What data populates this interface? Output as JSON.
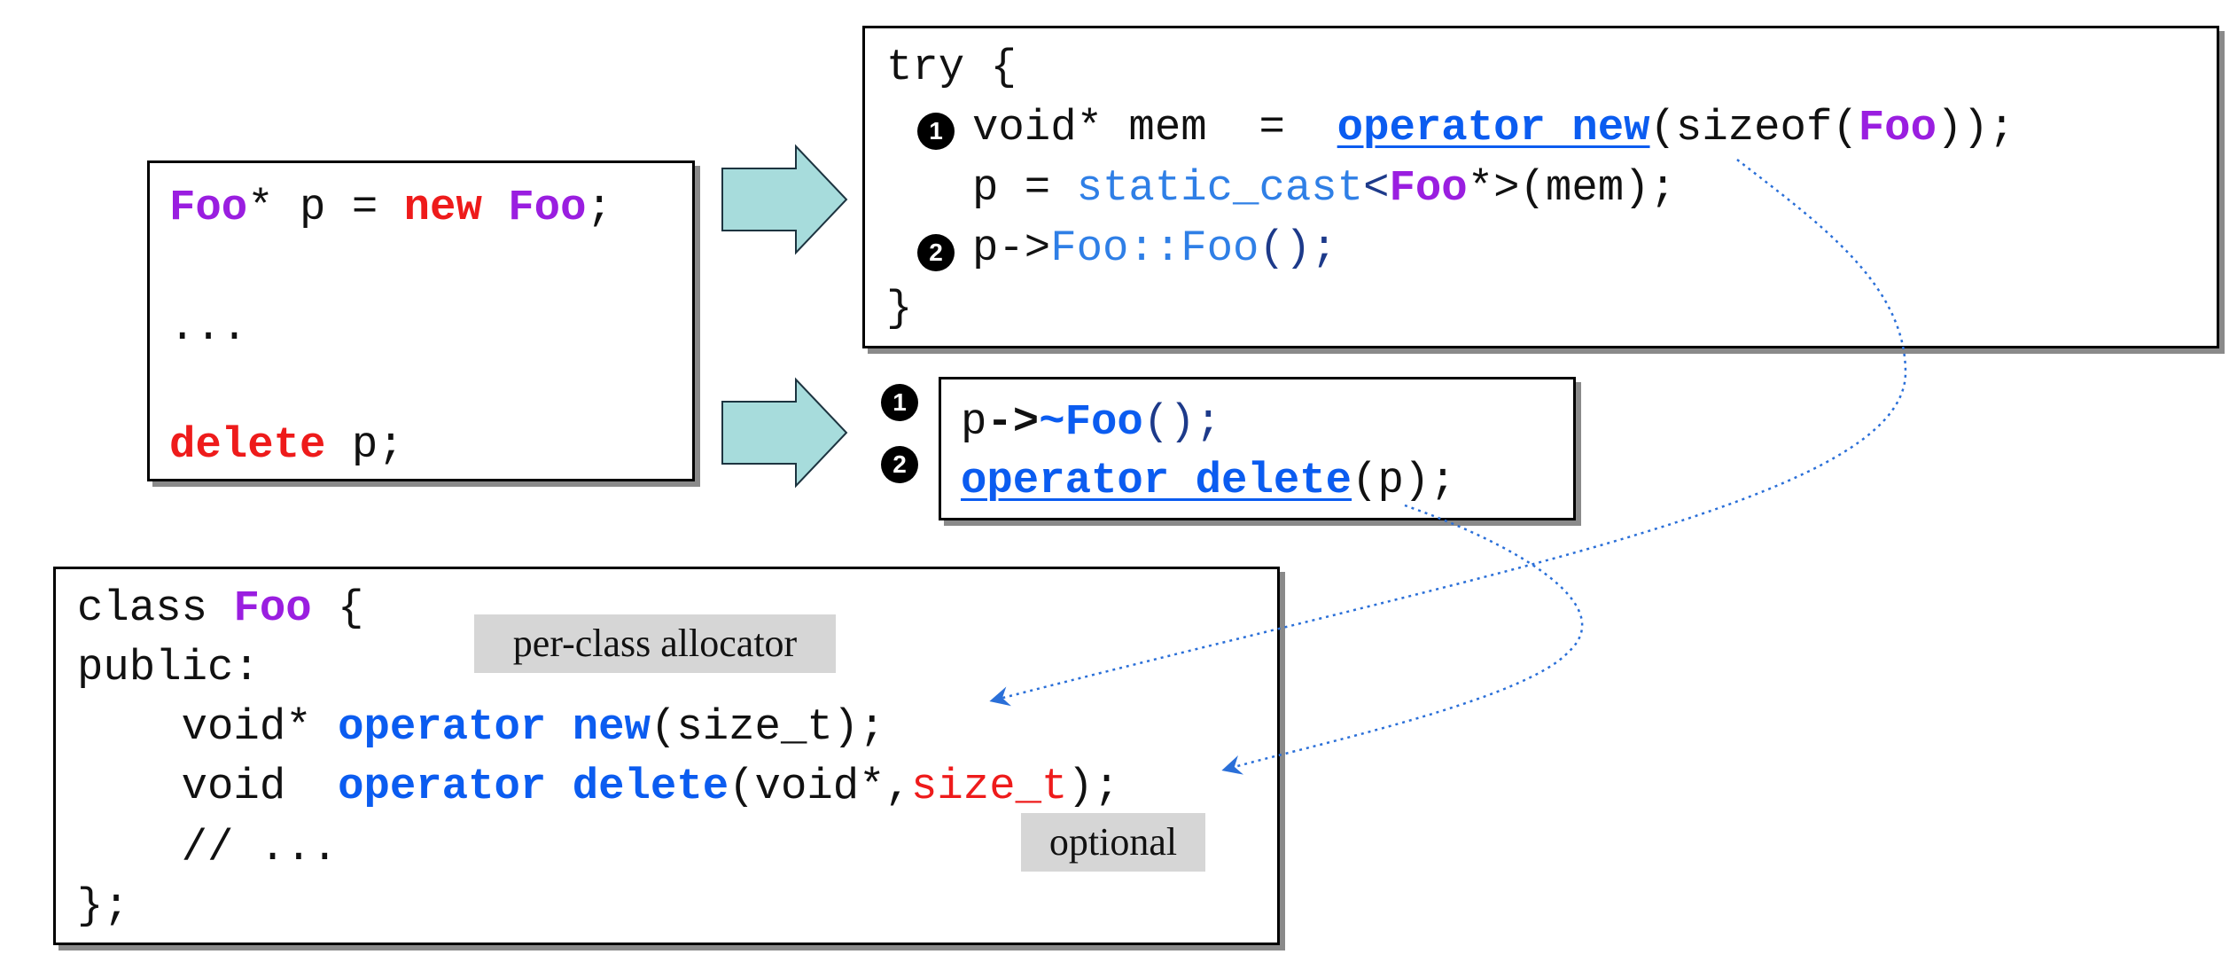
{
  "left_box": {
    "line1": {
      "type": "Foo",
      "decl": "* p = ",
      "new_kw": "new",
      "sp": " ",
      "cls": "Foo",
      "end": ";"
    },
    "line2": "...",
    "line3": {
      "delete_kw": "delete",
      "rest": " p;"
    }
  },
  "try_box": {
    "line1": "try {",
    "line2": {
      "badge": "1",
      "a": "void* mem  =  ",
      "op": "operator new",
      "b": "(sizeof(",
      "cls": "Foo",
      "c": "));"
    },
    "line3": {
      "a": "p = ",
      "cast": "static_cast",
      "lt": "<",
      "cls": "Foo",
      "b": "*>(mem);"
    },
    "line4": {
      "badge": "2",
      "a": "p->",
      "ctor": "Foo::Foo",
      "paren": "();"
    },
    "line5": "}"
  },
  "delete_box": {
    "badge1": "1",
    "badge2": "2",
    "line1": {
      "a": "p",
      "arrow": "->",
      "dtor": "~Foo",
      "paren": "();"
    },
    "line2": {
      "op": "operator delete",
      "rest": "(p);"
    }
  },
  "class_box": {
    "line1": {
      "a": "class ",
      "cls": "Foo",
      "b": " {"
    },
    "line2": "public:",
    "line3": {
      "a": "    void* ",
      "op": "operator new",
      "rest": "(size_t);"
    },
    "line4": {
      "a": "    void  ",
      "op": "operator delete",
      "b": "(void*,",
      "opt": "size_t",
      "c": ");"
    },
    "line5": "    // ...",
    "line6": "};"
  },
  "notes": {
    "allocator": "per-class allocator",
    "optional": "optional"
  },
  "colors": {
    "purple": "#9a1ee0",
    "red": "#ee1b1b",
    "blue": "#0b5cf0",
    "arrow_fill": "#a7dcdc",
    "dotted": "#2a6fd8"
  }
}
